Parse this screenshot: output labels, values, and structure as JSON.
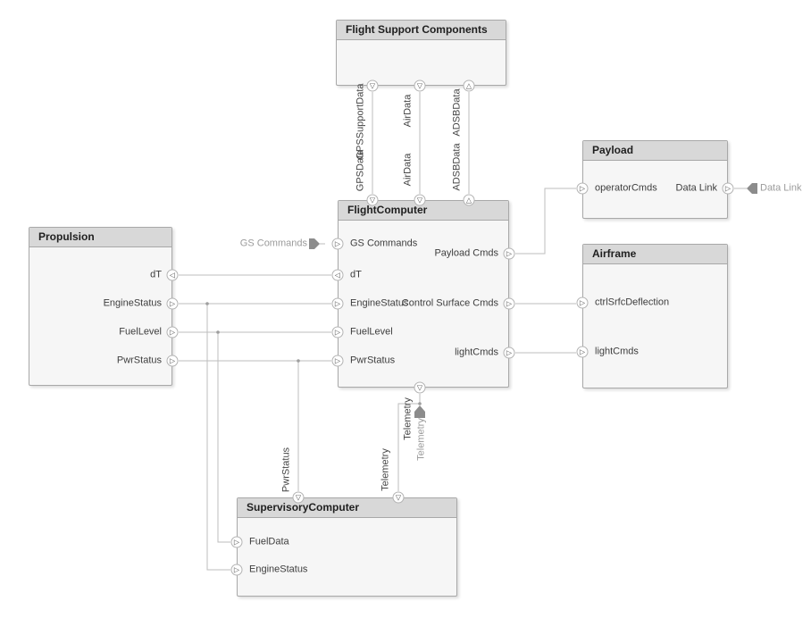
{
  "diagram": {
    "blocks": {
      "flight_support": {
        "title": "Flight Support Components"
      },
      "flight_computer": {
        "title": "FlightComputer",
        "ports": {
          "gs_commands": "GS Commands",
          "dt": "dT",
          "engine_status": "EngineStatus",
          "fuel_level": "FuelLevel",
          "pwr_status": "PwrStatus",
          "payload_cmds": "Payload Cmds",
          "control_surface_cmds": "Control Surface Cmds",
          "light_cmds": "lightCmds"
        }
      },
      "propulsion": {
        "title": "Propulsion",
        "ports": {
          "dt": "dT",
          "engine_status": "EngineStatus",
          "fuel_level": "FuelLevel",
          "pwr_status": "PwrStatus"
        }
      },
      "payload": {
        "title": "Payload",
        "ports": {
          "operator_cmds": "operatorCmds",
          "data_link": "Data Link"
        }
      },
      "airframe": {
        "title": "Airframe",
        "ports": {
          "ctrl_srfc_deflection": "ctrlSrfcDeflection",
          "light_cmds": "lightCmds"
        }
      },
      "supervisory": {
        "title": "SupervisoryComputer",
        "ports": {
          "fuel_data": "FuelData",
          "engine_status": "EngineStatus"
        }
      }
    },
    "connector_labels": {
      "gps_support_data": "GPSSupportData",
      "gps_data": "GPSData",
      "air_data_top": "AirData",
      "air_data_bottom": "AirData",
      "adsb_data_top": "ADSBData",
      "adsb_data_bottom": "ADSBData",
      "pwr_status": "PwrStatus",
      "telemetry_line": "Telemetry",
      "telemetry_port": "Telemetry"
    },
    "external_ports": {
      "gs_commands": "GS Commands",
      "data_link": "Data Link",
      "telemetry": "Telemetry"
    },
    "icons": {
      "in_right": "▷",
      "in_left": "◁",
      "down": "▽",
      "up": "△"
    },
    "colors": {
      "block_body": "#f6f6f6",
      "block_header": "#d8d8d8",
      "block_border": "#a8a8a8",
      "wire": "#bdbdbd",
      "junction": "#9e9e9e",
      "stub_arrow": "#8c8c8c",
      "gray_text": "#9b9b9b",
      "label_text": "#3d3d3d"
    }
  }
}
